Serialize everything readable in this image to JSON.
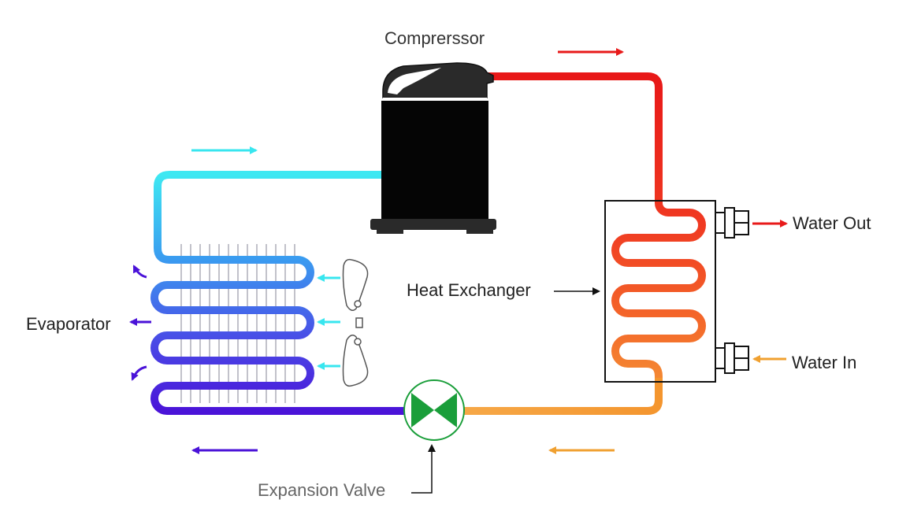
{
  "diagram": {
    "labels": {
      "compressor": "Comprerssor",
      "water_out": "Water Out",
      "water_in": "Water In",
      "heat_exchanger": "Heat Exchanger",
      "evaporator": "Evaporator",
      "expansion_valve": "Expansion Valve"
    },
    "colors": {
      "hot_discharge": "#e82020",
      "heat_exchanger_mid": "#f36b2a",
      "liquid_line": "#f4a03a",
      "suction_line": "#38e6ef",
      "evaporator_top": "#3aa8f0",
      "evaporator_bottom": "#4a12d8",
      "valve": "#1a9e3a",
      "compressor": "#0a0a0a",
      "water_out_arrow": "#e81a1a",
      "water_in_arrow": "#f0a030",
      "air_in_arrow": "#38e6ef",
      "air_out_arrow": "#4a12d8"
    }
  }
}
